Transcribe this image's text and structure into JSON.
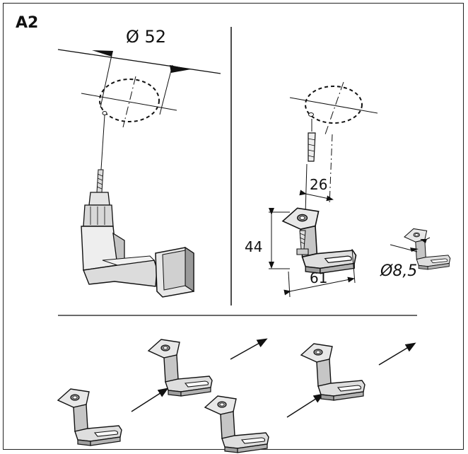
{
  "panel_label": "A2",
  "dimensions": {
    "hole_diameter": "Ø 52",
    "hole_offset": "26",
    "bracket_height": "44",
    "bracket_width": "61",
    "screw_diameter": "Ø8,5"
  },
  "colors": {
    "line": "#111111",
    "metal_light": "#e6e6e6",
    "metal_mid": "#bdbdbd",
    "metal_dark": "#8a8a8a"
  }
}
